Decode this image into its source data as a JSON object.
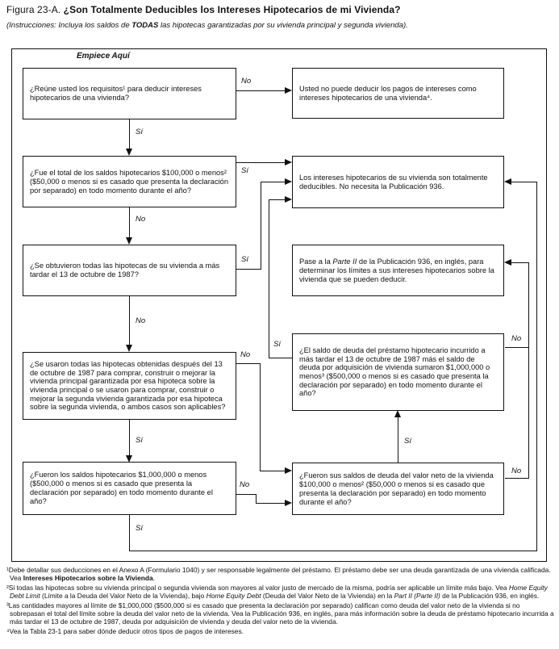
{
  "title": {
    "segments": [
      {
        "t": "Figura 23-A. "
      },
      {
        "t": "¿Son Totalmente Deducibles los Intereses Hipotecarios de mi Vivienda?",
        "b": true
      }
    ]
  },
  "instructions": {
    "segments": [
      {
        "t": "(Instrucciones: Incluya los saldos de ",
        "i": true
      },
      {
        "t": "TODAS",
        "i": true,
        "b": true
      },
      {
        "t": " las hipotecas garantizadas por su vivienda principal y segunda vivienda).",
        "i": true
      }
    ]
  },
  "flowchart": {
    "start_label": "Empiece Aquí",
    "yes": "Sí",
    "no": "No",
    "q1": "¿Reúne usted los requisitos¹ para deducir intereses hipotecarios de una vivienda?",
    "r1": "Usted no puede deducir los pagos de intereses como intereses hipotecarios de una vivienda⁴.",
    "q2": "¿Fue el total de los saldos hipotecarios $100,000 o menos² ($50,000 o menos si es casado que presenta la declaración por separado) en todo momento durante el año?",
    "r2": "Los intereses hipotecarios de su vivienda son totalmente deducibles. No necesita la Publicación 936.",
    "q3": "¿Se obtuvieron todas las hipotecas de su vivienda a más tardar el 13 de octubre de 1987?",
    "r3_segments": [
      {
        "t": "Pase a la "
      },
      {
        "t": "Parte II",
        "i": true
      },
      {
        "t": " de la Publicación 936, en inglés, para determinar los límites a sus intereses hipotecarios sobre la vivienda que se pueden deducir."
      }
    ],
    "q4": "¿Se usaron todas las hipotecas obtenidas después del 13 de octubre de 1987 para comprar, construir o mejorar la vivienda principal garantizada por esa hipoteca sobre la vivienda principal o se usaron para comprar, construir o mejorar la segunda vivienda garantizada por esa hipoteca sobre la segunda vivienda, o ambos casos son aplicables?",
    "r4": "¿El saldo de deuda del préstamo hipotecario incurrido a más tardar el 13 de octubre de 1987 más el saldo de deuda por adquisición de vivienda sumaron $1,000,000 o menos³ ($500,000 o menos si es casado que presenta la declaración por separado) en todo momento durante el año?",
    "q5": "¿Fueron los saldos hipotecarios $1,000,000 o menos ($500,000 o menos si es casado que presenta la declaración por separado) en todo momento durante el año?",
    "q6": "¿Fueron sus saldos de deuda del valor neto de la vivienda $100,000 o menos² ($50,000 o menos si es casado que presenta la declaración por separado) en todo momento durante el año?"
  },
  "footnotes": {
    "fn1": [
      {
        "t": "¹Debe detallar sus deducciones en el Anexo A (Formulario 1040) y ser responsable legalmente del préstamo. El préstamo debe ser una deuda garantizada de una vivienda calificada. Vea "
      },
      {
        "t": "Intereses Hipotecarios sobre la Vivienda",
        "b": true
      },
      {
        "t": "."
      }
    ],
    "fn2": [
      {
        "t": "²Si todas las hipotecas sobre su vivienda principal o segunda vivienda son mayores al valor justo de mercado de la misma, podría ser aplicable un límite más bajo. Vea "
      },
      {
        "t": "Home Equity Debt Limit",
        "i": true
      },
      {
        "t": " (Límite a la Deuda del Valor Neto de la Vivienda), bajo "
      },
      {
        "t": "Home Equity Debt",
        "i": true
      },
      {
        "t": " (Deuda del Valor Neto de la Vivienda) en la "
      },
      {
        "t": "Part II (Parte II)",
        "i": true
      },
      {
        "t": " de la Publicación 936, en inglés."
      }
    ],
    "fn3": [
      {
        "t": "³Las cantidades mayores al límite de $1,000,000 ($500,000 si es casado que presenta la declaración por separado) califican como deuda del valor neto de la vivienda si no sobrepasan el total del límite sobre la deuda del valor neto de la vivienda. Vea la Publicación 936, en inglés, para más información sobre la deuda de préstamo hipotecario incurrida a más tardar el 13 de octubre de 1987, deuda por adquisición de vivienda y deuda del valor neto de la vivienda."
      }
    ],
    "fn4": [
      {
        "t": "⁴Vea la Tabla 23-1 para saber dónde deducir otros tipos de pagos de intereses."
      }
    ]
  }
}
